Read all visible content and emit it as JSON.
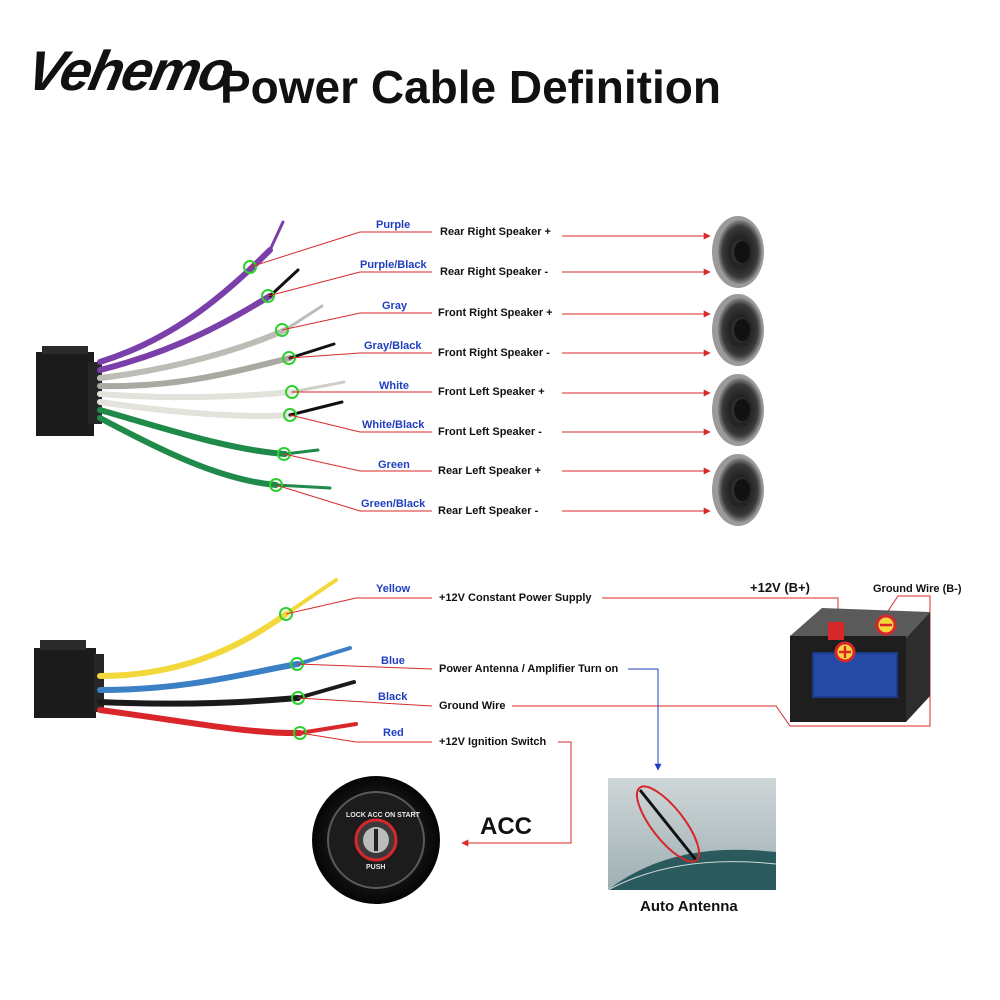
{
  "brand": "Vehemo",
  "title": "Power Cable Definition",
  "speaker_wires": [
    {
      "color_name": "Purple",
      "function": "Rear Right Speaker +",
      "wire_color": "#7a3fa8",
      "stripe": ""
    },
    {
      "color_name": "Purple/Black",
      "function": "Rear Right Speaker -",
      "wire_color": "#7a3fa8",
      "stripe": "#111111"
    },
    {
      "color_name": "Gray",
      "function": "Front Right Speaker +",
      "wire_color": "#bdbdb6",
      "stripe": ""
    },
    {
      "color_name": "Gray/Black",
      "function": "Front Right Speaker -",
      "wire_color": "#bdbdb6",
      "stripe": "#111111"
    },
    {
      "color_name": "White",
      "function": "Front Left Speaker +",
      "wire_color": "#e8e8e2",
      "stripe": ""
    },
    {
      "color_name": "White/Black",
      "function": "Front Left Speaker -",
      "wire_color": "#e8e8e2",
      "stripe": "#111111"
    },
    {
      "color_name": "Green",
      "function": "Rear Left Speaker +",
      "wire_color": "#1f8a4a",
      "stripe": ""
    },
    {
      "color_name": "Green/Black",
      "function": "Rear Left Speaker -",
      "wire_color": "#1f8a4a",
      "stripe": "#111111"
    }
  ],
  "power_wires": [
    {
      "color_name": "Yellow",
      "function": "+12V Constant Power Supply",
      "wire_color": "#f2d83a"
    },
    {
      "color_name": "Blue",
      "function": "Power Antenna / Amplifier Turn on",
      "wire_color": "#3b7fc4"
    },
    {
      "color_name": "Black",
      "function": "Ground Wire",
      "wire_color": "#1a1a1a"
    },
    {
      "color_name": "Red",
      "function": "+12V  Ignition Switch",
      "wire_color": "#d8262b"
    }
  ],
  "battery": {
    "plus_label": "+12V  (B+)",
    "ground_label": "Ground Wire (B-)"
  },
  "acc_label": "ACC",
  "antenna_caption": "Auto Antenna",
  "ignition_text": {
    "top": "LOCK  ACC  ON  START",
    "bottom": "PUSH"
  },
  "colors": {
    "arrow": "#d82a2a",
    "blue_arrow": "#1f3fbf",
    "label_blue": "#1f3fbf",
    "marker": "#2fd02f"
  }
}
